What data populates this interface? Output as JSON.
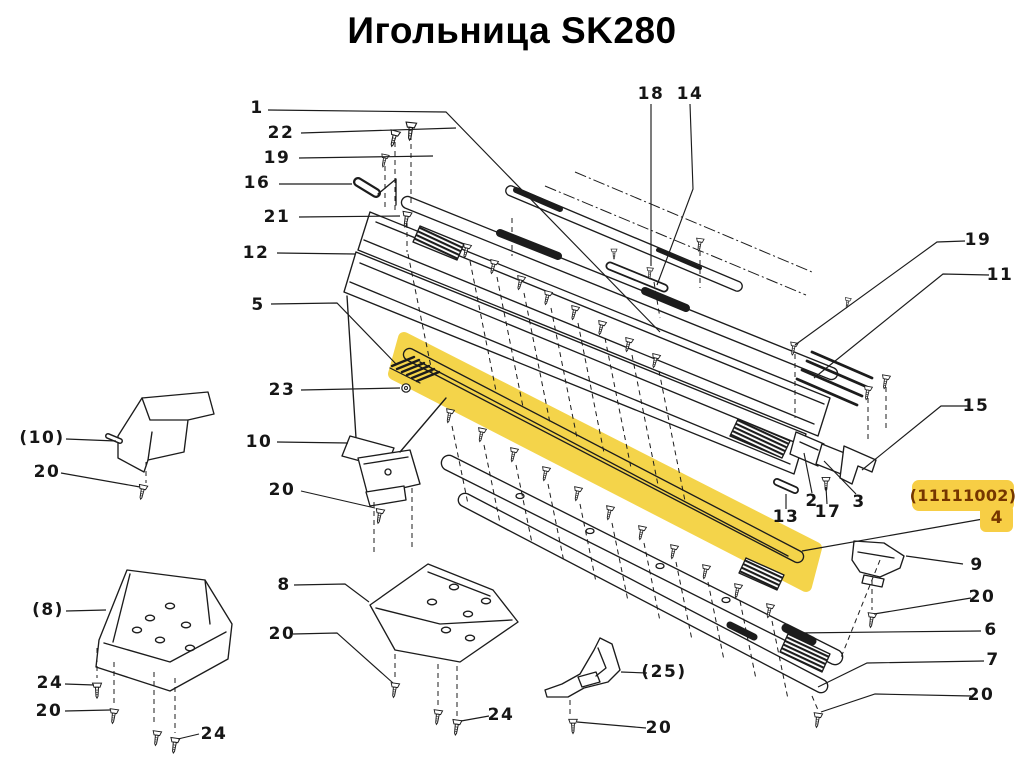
{
  "title": "Игольница SK280",
  "highlight": {
    "part_code": "(11111002)",
    "part_number": "4",
    "highlight_color": "#F4D44A",
    "badge_color": "#F7CE45",
    "badge_text_color": "#753600"
  },
  "callouts": [
    {
      "label": "1"
    },
    {
      "label": "22"
    },
    {
      "label": "19"
    },
    {
      "label": "16"
    },
    {
      "label": "21"
    },
    {
      "label": "12"
    },
    {
      "label": "5"
    },
    {
      "label": "23"
    },
    {
      "label": "10"
    },
    {
      "label": "20"
    },
    {
      "label": "(10)"
    },
    {
      "label": "20"
    },
    {
      "label": "(8)"
    },
    {
      "label": "24"
    },
    {
      "label": "20"
    },
    {
      "label": "24"
    },
    {
      "label": "8"
    },
    {
      "label": "20"
    },
    {
      "label": "24"
    },
    {
      "label": "(25)"
    },
    {
      "label": "20"
    },
    {
      "label": "18"
    },
    {
      "label": "14"
    },
    {
      "label": "19"
    },
    {
      "label": "11"
    },
    {
      "label": "15"
    },
    {
      "label": "13"
    },
    {
      "label": "2"
    },
    {
      "label": "17"
    },
    {
      "label": "3"
    },
    {
      "label": "9"
    },
    {
      "label": "20"
    },
    {
      "label": "6"
    },
    {
      "label": "7"
    },
    {
      "label": "20"
    }
  ]
}
